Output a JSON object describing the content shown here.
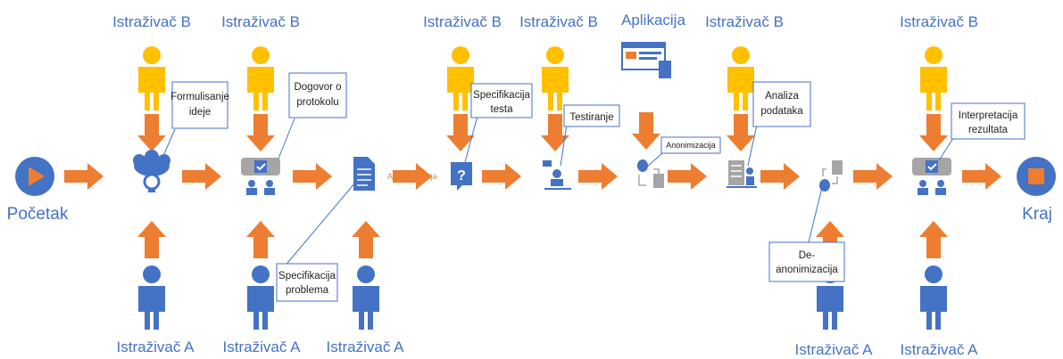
{
  "colors": {
    "arrow": "#ED7D31",
    "researcher_a": "#4472C4",
    "researcher_b": "#FFC000",
    "role_text": "#4472C4",
    "icon_blue": "#4472C4",
    "icon_gray": "#A5A5A5"
  },
  "terminals": {
    "start": "Početak",
    "end": "Kraj"
  },
  "roles": {
    "researcher_a": "Istraživač A",
    "researcher_b": "Istraživač B",
    "application": "Aplikacija"
  },
  "callouts": {
    "idea": [
      "Formulisanje",
      "ideje"
    ],
    "protocol": [
      "Dogovor o",
      "protokolu"
    ],
    "problem": [
      "Specifikacija",
      "problema"
    ],
    "anonymization_inline": "Anonimizacija",
    "test_spec": [
      "Specifikacija",
      "testa"
    ],
    "testing": [
      "Testiranje"
    ],
    "anonymization_box": "Anonimizacija",
    "analysis": [
      "Analiza",
      "podataka"
    ],
    "deanonymization": [
      "De-",
      "anonimizacija"
    ],
    "interpretation": [
      "Interpretacija",
      "rezultata"
    ]
  },
  "icons": {
    "start": "play-icon",
    "idea": "brain-lightbulb-icon",
    "meeting": "meeting-chat-icon",
    "document": "document-icon",
    "question": "question-chat-icon",
    "testing": "presenter-icon",
    "anon": "anonymization-icon",
    "analysis": "report-analysis-icon",
    "end": "stop-icon",
    "app": "application-window-icon"
  }
}
